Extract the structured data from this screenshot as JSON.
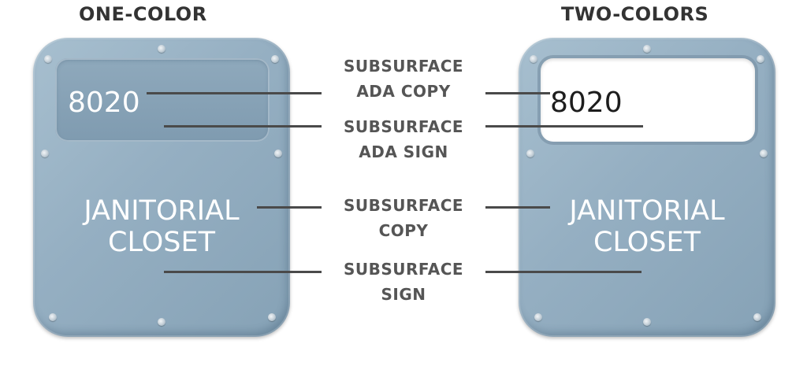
{
  "headings": {
    "left": "ONE-COLOR",
    "right": "TWO-COLORS"
  },
  "signs": {
    "left": {
      "room_number": "8020",
      "room_name_line1": "JANITORIAL",
      "room_name_line2": "CLOSET"
    },
    "right": {
      "room_number": "8020",
      "room_name_line1": "JANITORIAL",
      "room_name_line2": "CLOSET"
    }
  },
  "callouts": {
    "ada_copy": {
      "line1": "SUBSURFACE",
      "line2": "ADA COPY"
    },
    "ada_sign": {
      "line1": "SUBSURFACE",
      "line2": "ADA SIGN"
    },
    "copy": {
      "line1": "SUBSURFACE",
      "line2": "COPY"
    },
    "sign": {
      "line1": "SUBSURFACE",
      "line2": "SIGN"
    }
  },
  "colors": {
    "sign_face": "#95afc2",
    "panel_one_color": "#7f9bb0",
    "panel_two_color": "#ffffff",
    "leader_line": "#4a4a4a",
    "label_text": "#555555"
  }
}
